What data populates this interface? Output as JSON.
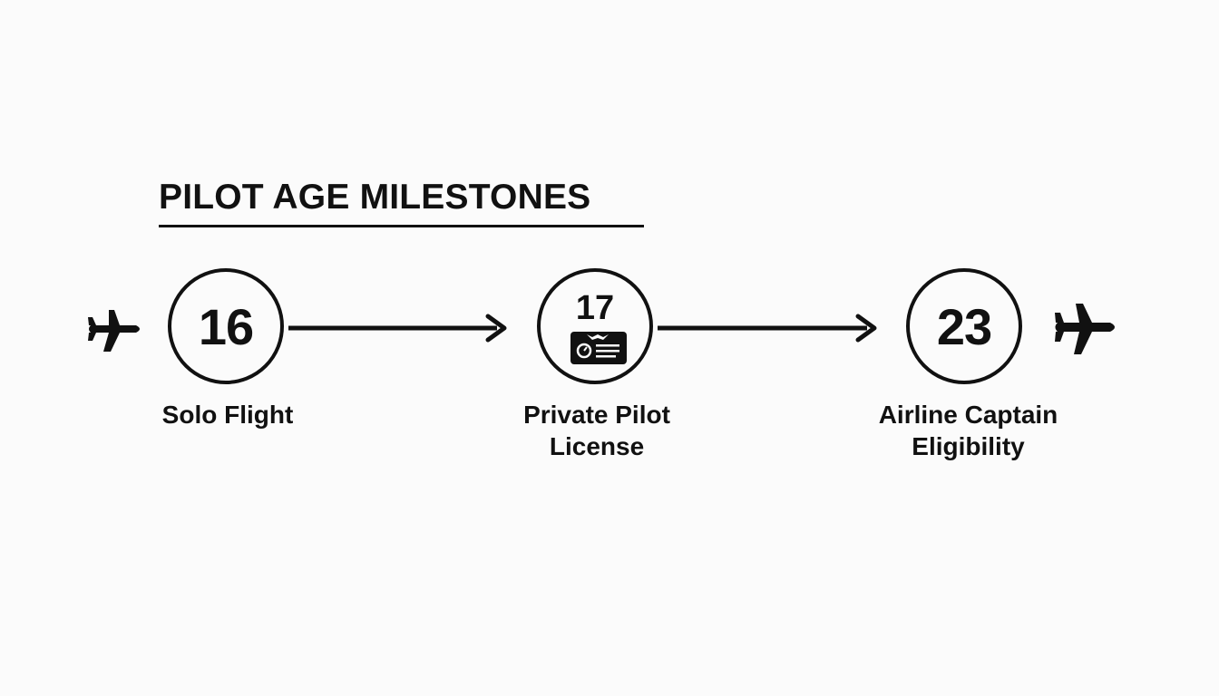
{
  "title": "PILOT AGE MILESTONES",
  "icons": {
    "left_plane": "airplane-icon",
    "right_plane": "airplane-icon",
    "license_badge": "license-card-icon"
  },
  "milestones": [
    {
      "age": "16",
      "label": "Solo Flight"
    },
    {
      "age": "17",
      "label": "Private Pilot License"
    },
    {
      "age": "23",
      "label": "Airline Captain Eligibility"
    }
  ]
}
